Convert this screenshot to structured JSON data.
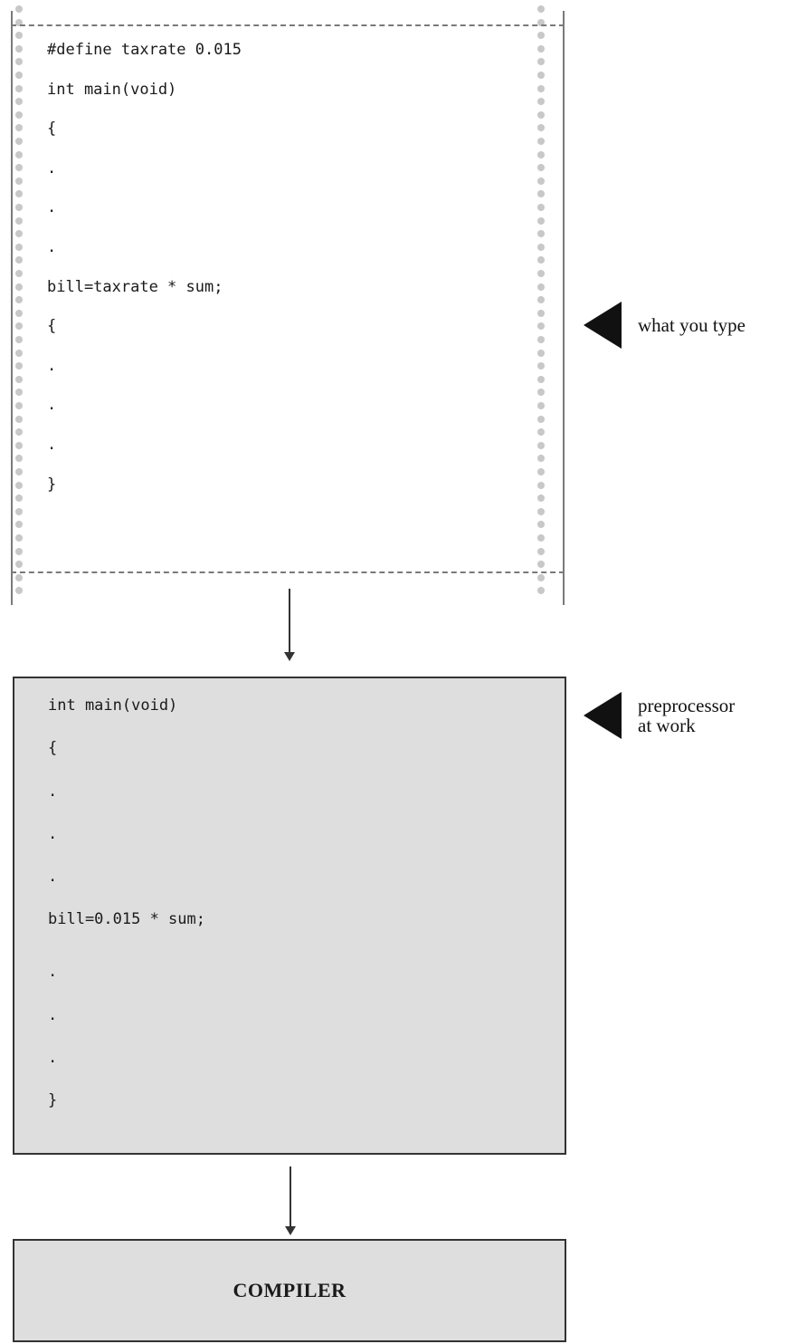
{
  "source_listing": {
    "lines": [
      "#define taxrate 0.015",
      "int main(void)",
      "{",
      ".",
      ".",
      ".",
      "bill=taxrate * sum;",
      "{",
      ".",
      ".",
      ".",
      "}"
    ]
  },
  "preprocessed_listing": {
    "lines": [
      "int main(void)",
      "{",
      ".",
      ".",
      ".",
      "bill=0.015 * sum;",
      ".",
      ".",
      ".",
      "}"
    ]
  },
  "compiler": {
    "label": "COMPILER"
  },
  "callouts": {
    "typed": "what you type",
    "preprocessor": "preprocessor\nat work"
  },
  "colors": {
    "box_fill": "#dedede",
    "outline": "#333333",
    "pin_holes": "#c8c8c8"
  }
}
